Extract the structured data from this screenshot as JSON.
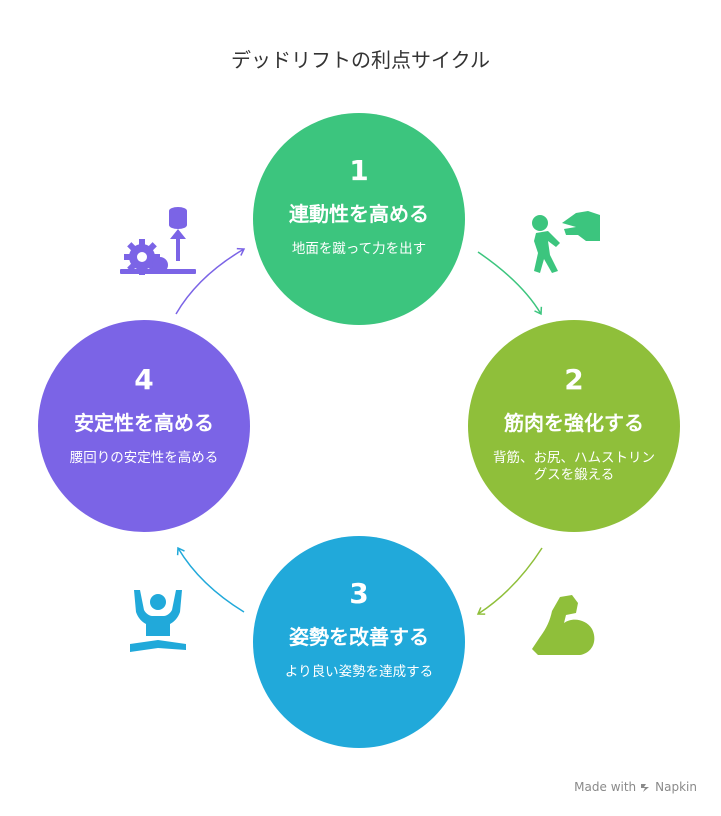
{
  "title": "デッドリフトの利点サイクル",
  "steps": [
    {
      "num": "1",
      "title": "連動性を高める",
      "desc": "地面を蹴って力を出す",
      "color": "#3cc57e"
    },
    {
      "num": "2",
      "title": "筋肉を強化する",
      "desc": "背筋、お尻、ハムストリングスを鍛える",
      "color": "#8fbf3a"
    },
    {
      "num": "3",
      "title": "姿勢を改善する",
      "desc": "より良い姿勢を達成する",
      "color": "#21a9da"
    },
    {
      "num": "4",
      "title": "安定性を高める",
      "desc": "腰回りの安定性を高める",
      "color": "#7b64e6"
    }
  ],
  "icons": [
    "gear-stack-icon",
    "push-person-icon",
    "flexed-arm-icon",
    "meditation-icon"
  ],
  "credit": {
    "prefix": "Made with",
    "brand": "Napkin"
  }
}
